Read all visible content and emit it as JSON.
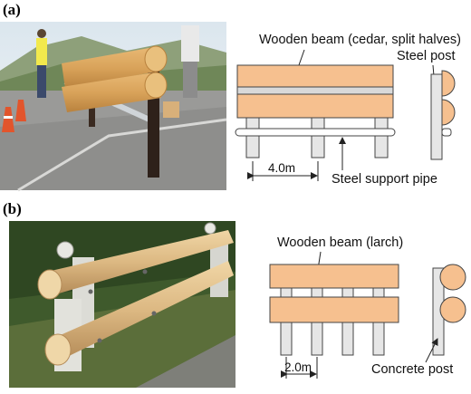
{
  "panels": [
    {
      "label": "(a)",
      "photo_description": "photo-a",
      "front_view": {
        "beam_label": "Wooden beam (cedar, split halves)",
        "post_label": "Steel post",
        "pipe_label": "Steel support pipe",
        "spacing_label": "4.0m"
      }
    },
    {
      "label": "(b)",
      "photo_description": "photo-b",
      "front_view": {
        "beam_label": "Wooden beam (larch)",
        "post_label": "Concrete post",
        "spacing_label": "2.0m"
      }
    }
  ],
  "colors": {
    "beam": "#f6c08f",
    "post": "#e6e6e6",
    "outline": "#444444"
  }
}
